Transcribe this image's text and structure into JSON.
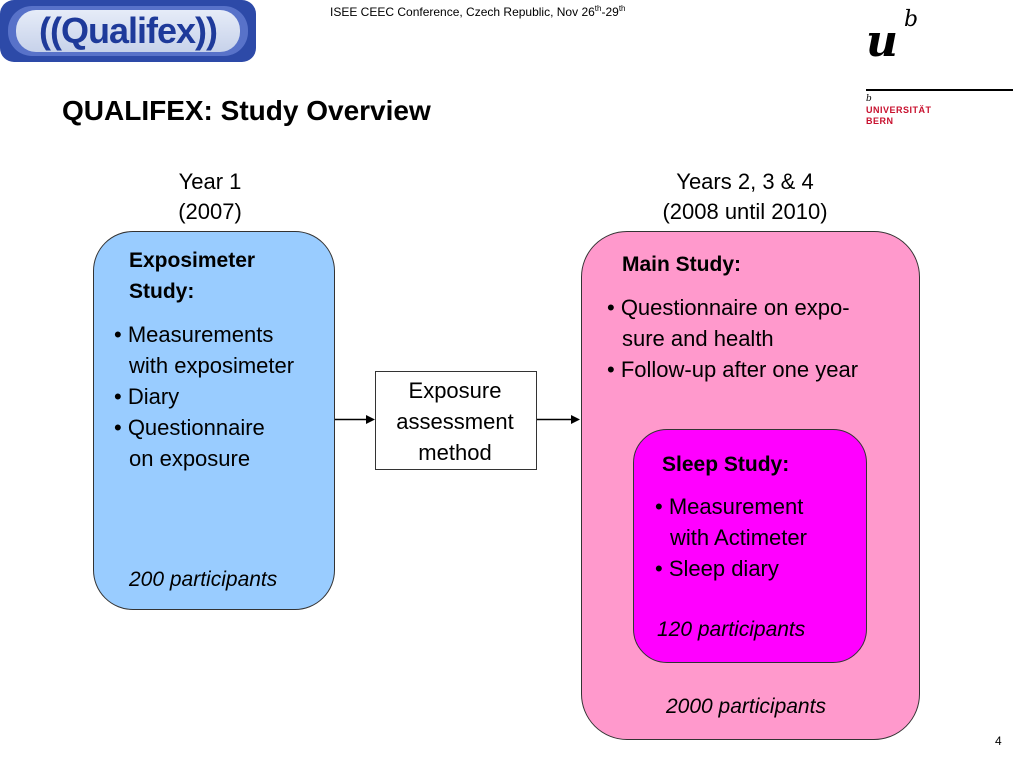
{
  "logo": {
    "text": "((Qualifex))"
  },
  "conference": {
    "text": "ISEE CEEC Conference, Czech Republic, Nov 26",
    "sup1": "th",
    "mid": "-29",
    "sup2": "th"
  },
  "university": {
    "u": "u",
    "b": "b",
    "b_small": "b",
    "line1": "UNIVERSITÄT",
    "line2": "BERN"
  },
  "title": "QUALIFEX: Study Overview",
  "year1": {
    "line1": "Year 1",
    "line2": "(2007)"
  },
  "year2": {
    "line1": "Years 2, 3 & 4",
    "line2": "(2008 until 2010)"
  },
  "exposimeter": {
    "heading_1": "Exposimeter",
    "heading_2": "Study:",
    "bullets": [
      "• Measurements",
      "with exposimeter",
      "• Diary",
      "• Questionnaire",
      "on exposure"
    ],
    "participants": "200 participants"
  },
  "method": {
    "line1": "Exposure",
    "line2": "assessment",
    "line3": "method"
  },
  "main_study": {
    "heading": "Main Study:",
    "bullets": [
      "• Questionnaire on expo-",
      "sure and health",
      "• Follow-up after one year"
    ],
    "participants": "2000 participants"
  },
  "sleep_study": {
    "heading": "Sleep Study:",
    "bullets": [
      "• Measurement",
      "with Actimeter",
      "• Sleep diary"
    ],
    "participants": "120 participants"
  },
  "page_number": "4",
  "colors": {
    "expo_fill": "#99ccff",
    "main_fill": "#ff99cc",
    "sleep_fill": "#ff00ff",
    "logo_blue": "#2d4aa8",
    "uni_red": "#c8102e"
  }
}
